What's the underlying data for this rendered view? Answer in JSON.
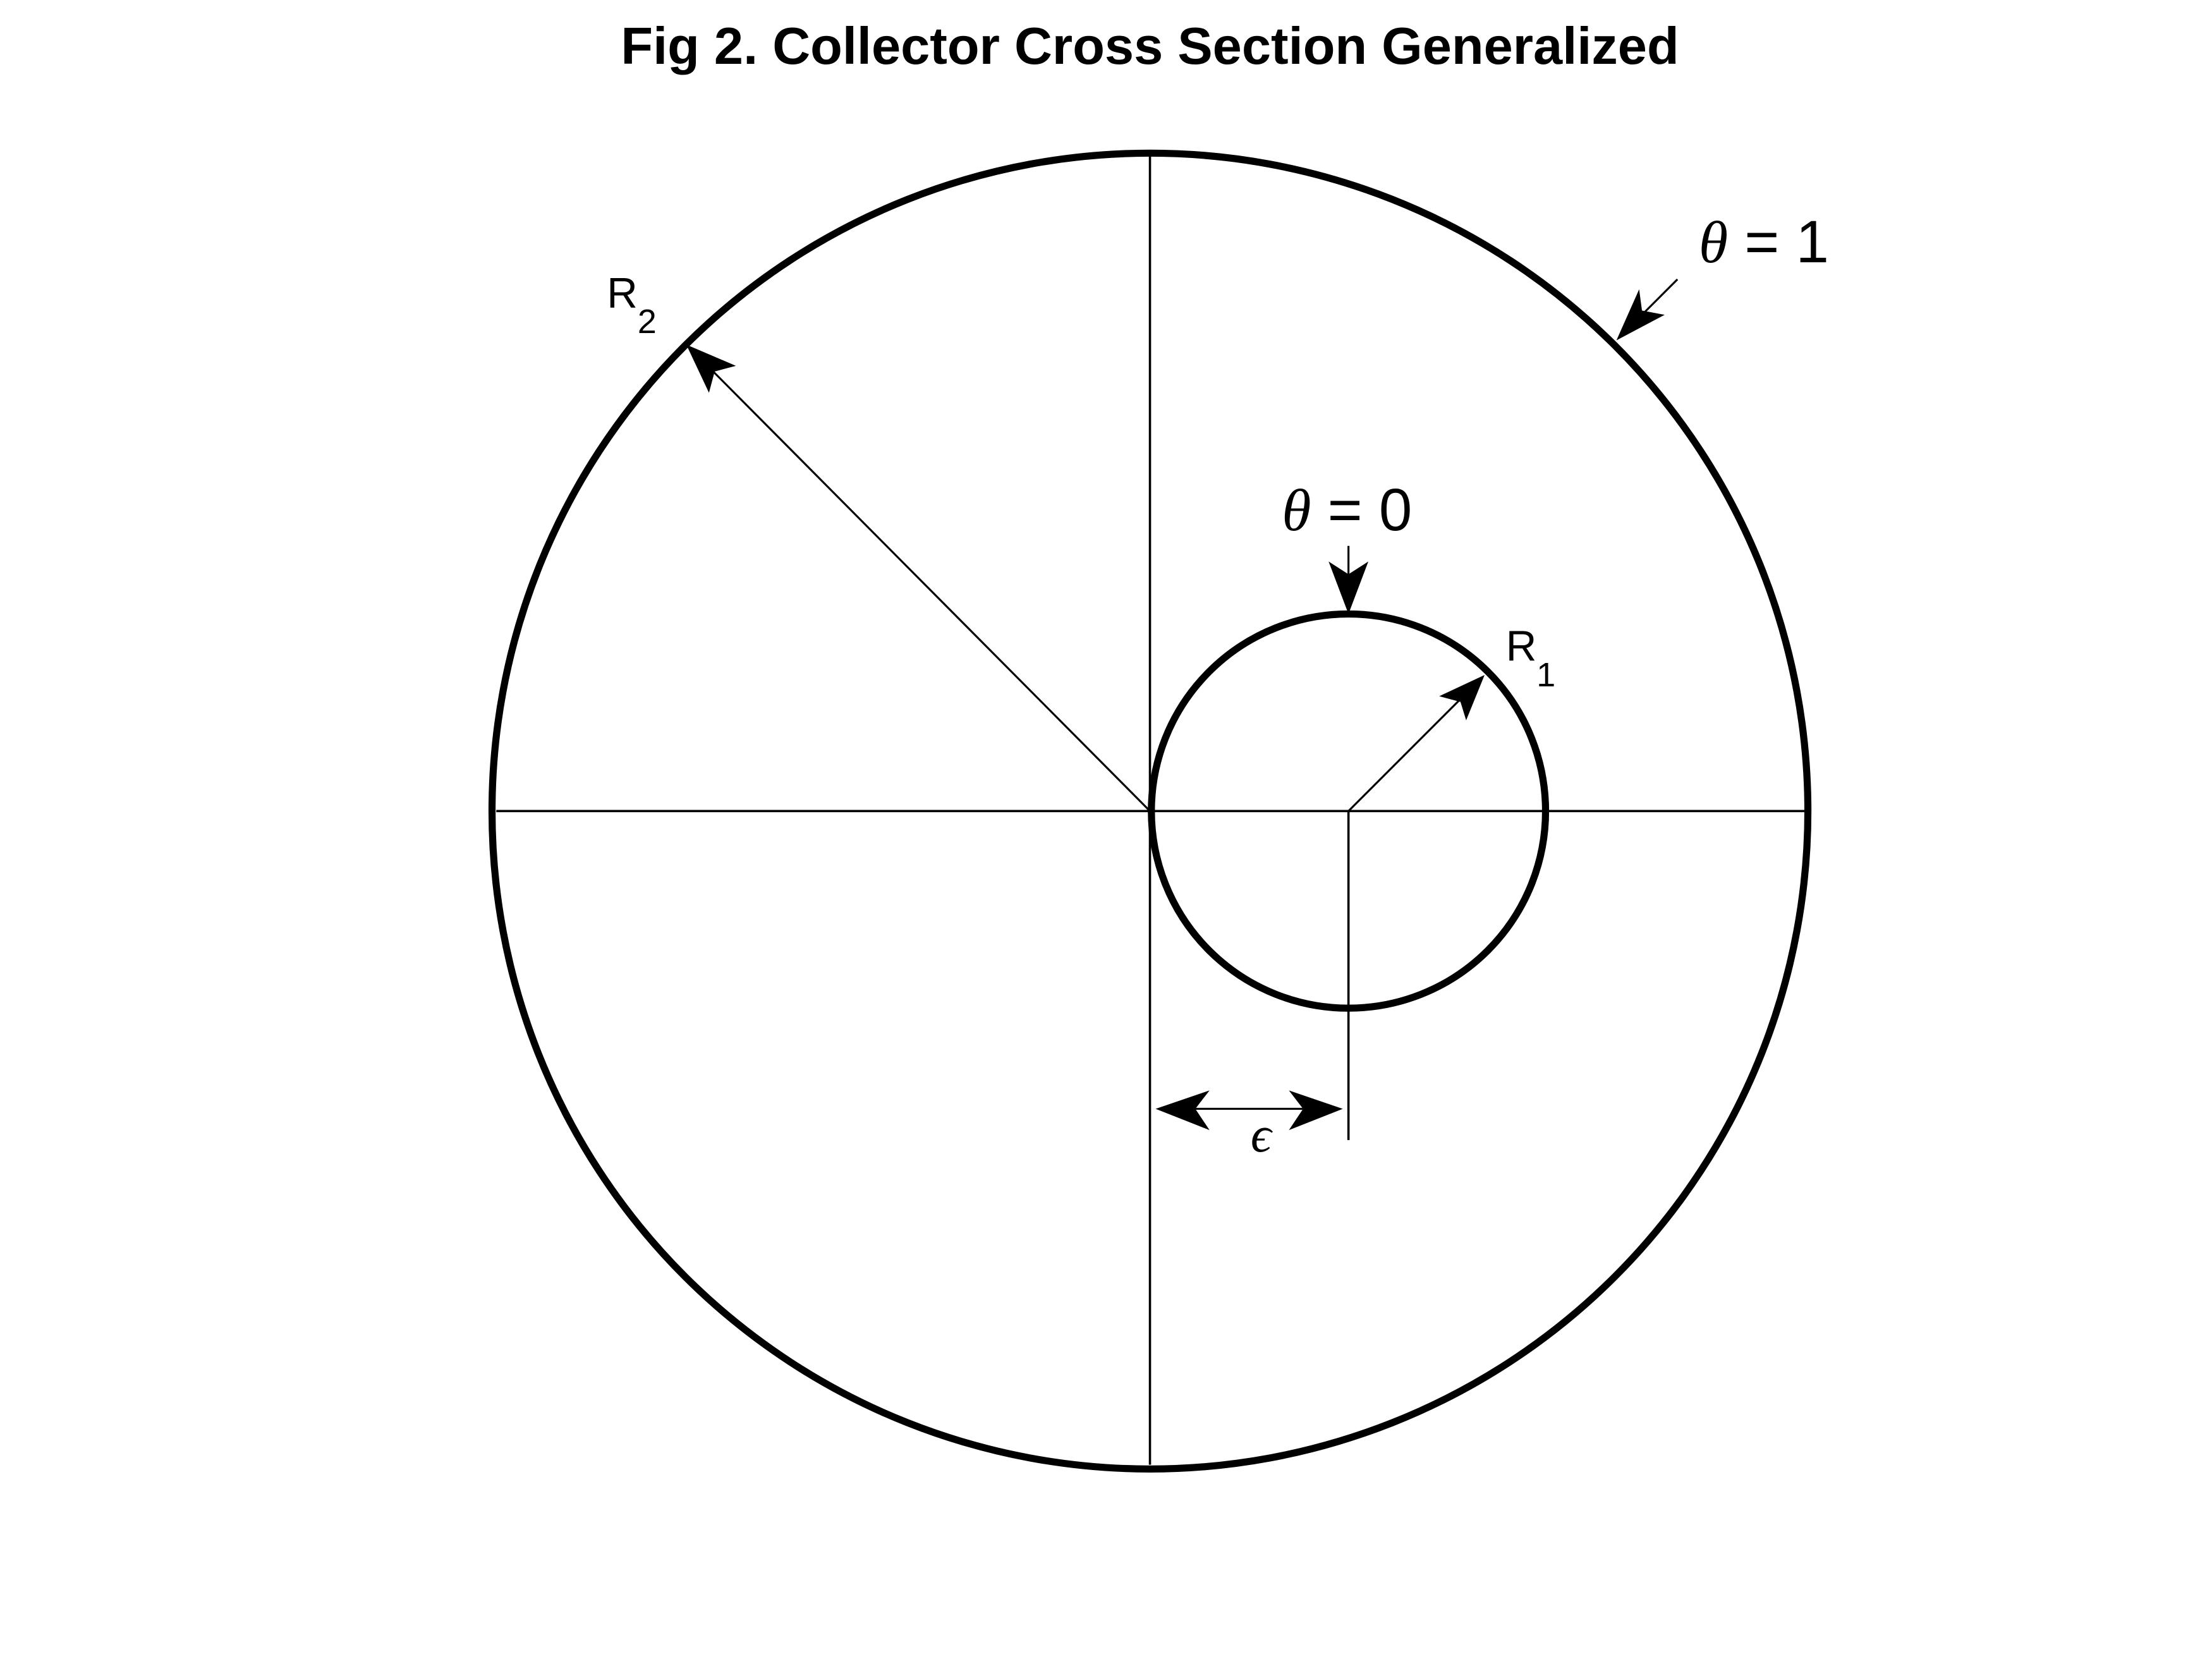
{
  "title": "Fig 2. Collector Cross Section Generalized",
  "labels": {
    "r2": {
      "main": "R",
      "sub": "2"
    },
    "r1": {
      "main": "R",
      "sub": "1"
    },
    "theta0": {
      "symbol": "θ",
      "text": " = 0"
    },
    "theta1": {
      "symbol": "θ",
      "text": " = 1"
    },
    "epsilon": "ϵ"
  },
  "colors": {
    "stroke": "#000000",
    "background": "#ffffff"
  }
}
